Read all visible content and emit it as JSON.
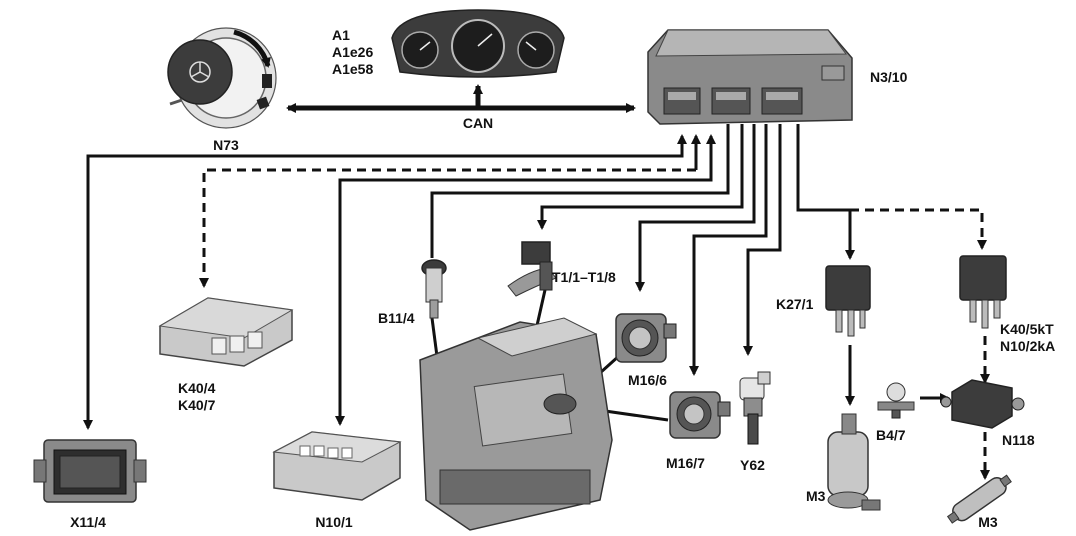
{
  "labels": {
    "n73": "N73",
    "a1": "A1",
    "a1e26": "A1e26",
    "a1e58": "A1e58",
    "can": "CAN",
    "n3_10": "N3/10",
    "k40_4": "K40/4",
    "k40_7": "K40/7",
    "b11_4": "B11/4",
    "t1": "T1/1–T1/8",
    "m16_6": "M16/6",
    "m16_7": "M16/7",
    "y62": "Y62",
    "k27_1": "K27/1",
    "k40_5kt": "K40/5kT",
    "n10_2ka": "N10/2kA",
    "b4_7": "B4/7",
    "n118": "N118",
    "x11_4": "X11/4",
    "n10_1": "N10/1",
    "m3_left": "M3",
    "m3_right": "M3"
  },
  "colors": {
    "line": "#111111",
    "background": "#ffffff"
  },
  "icons": {
    "n73": "ignition-switch-icon",
    "a1": "instrument-cluster-icon",
    "n3_10": "engine-control-unit-icon",
    "x11_4": "diagnostic-connector-icon",
    "k40_4": "fuse-relay-module-icon",
    "n10_1": "sam-control-unit-icon",
    "b11_4": "coolant-temp-sensor-icon",
    "t1": "ignition-coil-icon",
    "m16_6": "throttle-actuator-icon",
    "m16_7": "throttle-actuator-icon",
    "y62": "fuel-injector-icon",
    "k27_1": "fuel-pump-relay-icon",
    "k40_5kt": "relay-icon",
    "b4_7": "fuel-pressure-sensor-icon",
    "n118": "fuel-pump-control-unit-icon",
    "m3": "fuel-pump-icon",
    "engine": "engine-block-icon"
  }
}
